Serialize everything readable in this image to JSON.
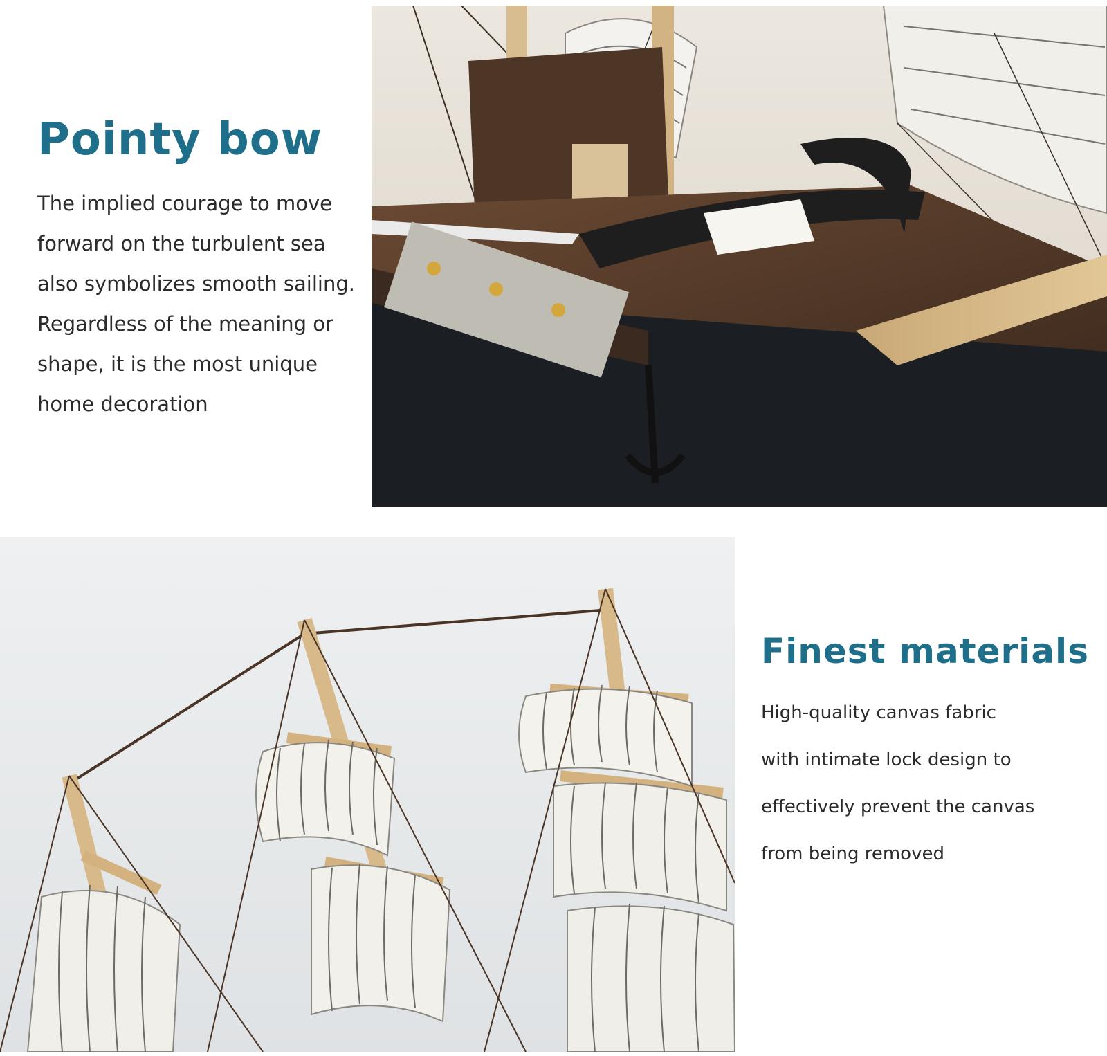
{
  "sections": [
    {
      "heading": "Pointy bow",
      "lines": [
        "The implied courage to move",
        "forward on the turbulent sea",
        "also symbolizes smooth sailing.",
        "Regardless of the meaning or",
        "shape, it is the most unique",
        "home decoration"
      ],
      "image_subject": "ship-model-bow-closeup"
    },
    {
      "heading": "Finest materials",
      "lines": [
        "High-quality canvas fabric",
        "with intimate lock design to",
        "effectively prevent the canvas",
        "from being removed"
      ],
      "image_subject": "ship-model-sails-closeup"
    }
  ],
  "colors": {
    "heading": "#1f6f8b",
    "text": "#2b2b2b",
    "wood_dark": "#4a3426",
    "wood_light": "#d7b98a",
    "sail": "#f3f1ec",
    "stripe": "#6d6a66",
    "hull_black": "#1c1f24",
    "gold": "#d4a73c"
  }
}
